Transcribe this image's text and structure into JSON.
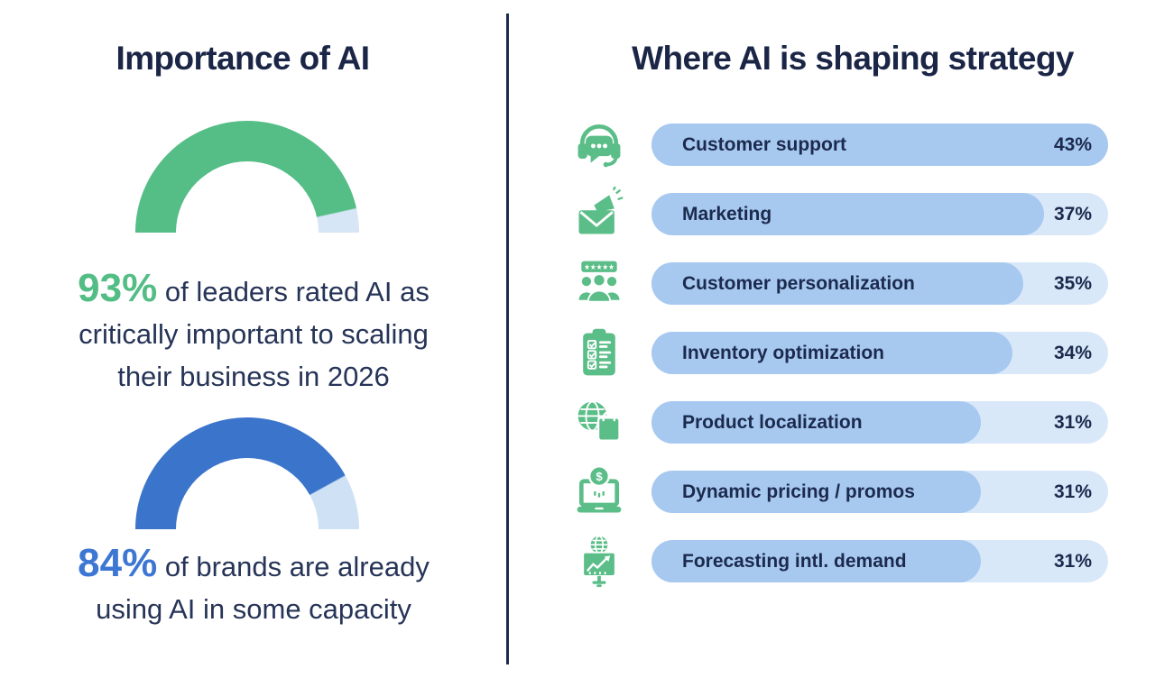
{
  "page": {
    "background": "#FFFFFF",
    "divider_color": "#1E2A4D",
    "navy_text": "#263457",
    "title_color": "#1B2647"
  },
  "left_panel": {
    "title": "Importance of AI",
    "stats": [
      {
        "percent": 93,
        "value_label": "93%",
        "line1": "of leaders rated AI as",
        "line2": "critically important to scaling",
        "line3": "their business in 2026",
        "arc_color": "#55BD86",
        "rest_color": "#D6E6F7",
        "value_color": "#52BD84"
      },
      {
        "percent": 84,
        "value_label": "84%",
        "line1": "of brands are already",
        "line2": "using AI in some capacity",
        "arc_color": "#3B74CB",
        "rest_color": "#CFE2F5",
        "value_color": "#3D77D3"
      }
    ]
  },
  "right_panel": {
    "title": "Where AI is shaping strategy",
    "bar_fill_color": "#A7C9F0",
    "bar_track_color": "#D9E8F9",
    "icon_color": "#5BBE88",
    "bars": [
      {
        "icon": "customer-support-headset-icon",
        "label": "Customer support",
        "value": 43,
        "percent_label": "43%",
        "fill_percent": 100
      },
      {
        "icon": "marketing-megaphone-envelope-icon",
        "label": "Marketing",
        "value": 37,
        "percent_label": "37%",
        "fill_percent": 86
      },
      {
        "icon": "customer-personalization-people-icon",
        "label": "Customer personalization",
        "value": 35,
        "percent_label": "35%",
        "fill_percent": 81.4
      },
      {
        "icon": "inventory-optimization-clipboard-icon",
        "label": "Inventory optimization",
        "value": 34,
        "percent_label": "34%",
        "fill_percent": 79.1
      },
      {
        "icon": "product-localization-globe-bag-icon",
        "label": "Product localization",
        "value": 31,
        "percent_label": "31%",
        "fill_percent": 72.1
      },
      {
        "icon": "dynamic-pricing-laptop-coin-icon",
        "label": "Dynamic pricing / promos",
        "value": 31,
        "percent_label": "31%",
        "fill_percent": 72.1
      },
      {
        "icon": "forecasting-demand-globe-chart-icon",
        "label": "Forecasting intl. demand",
        "value": 31,
        "percent_label": "31%",
        "fill_percent": 72.1
      }
    ]
  },
  "chart_data": [
    {
      "type": "pie",
      "subtype": "semicircle-gauge",
      "title": "Importance of AI",
      "annotation": "93% of leaders rated AI as critically important to scaling their business in 2026",
      "labels": [
        "rated critically important",
        "remainder"
      ],
      "values": [
        93,
        7
      ],
      "colors": [
        "#55BD86",
        "#D6E6F7"
      ]
    },
    {
      "type": "pie",
      "subtype": "semicircle-gauge",
      "title": "Importance of AI",
      "annotation": "84% of brands are already using AI in some capacity",
      "labels": [
        "already using AI",
        "remainder"
      ],
      "values": [
        84,
        16
      ],
      "colors": [
        "#3B74CB",
        "#CFE2F5"
      ]
    },
    {
      "type": "bar",
      "orientation": "horizontal",
      "title": "Where AI is shaping strategy",
      "categories": [
        "Customer support",
        "Marketing",
        "Customer personalization",
        "Inventory optimization",
        "Product localization",
        "Dynamic pricing / promos",
        "Forecasting intl. demand"
      ],
      "values": [
        43,
        37,
        35,
        34,
        31,
        31,
        31
      ],
      "data_labels": [
        "43%",
        "37%",
        "35%",
        "34%",
        "31%",
        "31%",
        "31%"
      ],
      "xlim": [
        0,
        43
      ],
      "grid": false,
      "legend": false
    }
  ]
}
